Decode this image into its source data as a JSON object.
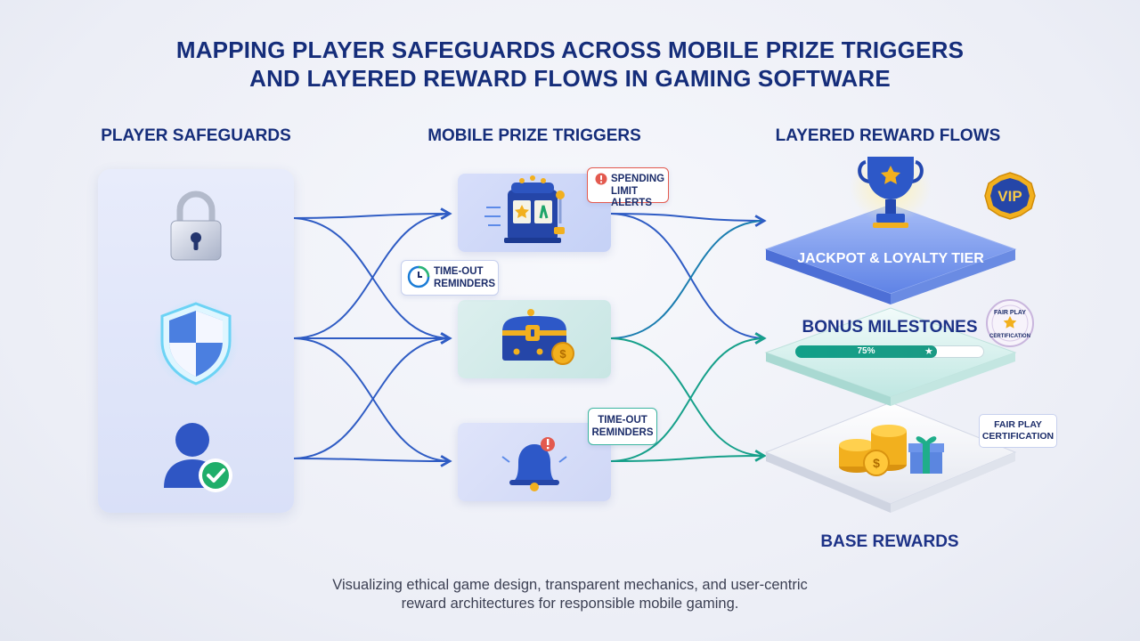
{
  "title": {
    "line1": "MAPPING PLAYER SAFEGUARDS ACROSS MOBILE PRIZE TRIGGERS",
    "line2": "AND LAYERED REWARD FLOWS IN GAMING SOFTWARE"
  },
  "columns": {
    "safeguards": "PLAYER SAFEGUARDS",
    "triggers": "MOBILE PRIZE TRIGGERS",
    "flows": "LAYERED REWARD FLOWS"
  },
  "safeguard_icons": [
    "lock-icon",
    "shield-icon",
    "verified-user-icon"
  ],
  "trigger_cards": [
    "slot-machine-icon",
    "treasure-chest-icon",
    "alert-bell-icon"
  ],
  "callouts": {
    "spending": {
      "line1": "SPENDING",
      "line2": "LIMIT ALERTS"
    },
    "timeout_1": {
      "line1": "TIME-OUT",
      "line2": "REMINDERS"
    },
    "timeout_2": {
      "line1": "TIME-OUT",
      "line2": "REMINDERS"
    }
  },
  "tiers": {
    "top": "JACKPOT & LOYALTY TIER",
    "middle": "BONUS MILESTONES",
    "base": "BASE REWARDS"
  },
  "progress": {
    "value": 0.75,
    "label": "75%"
  },
  "badges": {
    "vip": "VIP",
    "fair_play_seal_top": "FAIR PLAY",
    "fair_play_seal_bottom": "CERTIFICATION",
    "fair_play_box_line1": "FAIR PLAY",
    "fair_play_box_line2": "CERTIFICATION"
  },
  "footer": {
    "line1": "Visualizing ethical game design, transparent mechanics, and user-centric",
    "line2": "reward architectures for responsible mobile gaming."
  },
  "colors": {
    "title": "#152d7a",
    "connector_blue": "#2f5cc4",
    "connector_teal": "#16a08a",
    "alert_red": "#e35a4f",
    "gold": "#f2b01e"
  }
}
